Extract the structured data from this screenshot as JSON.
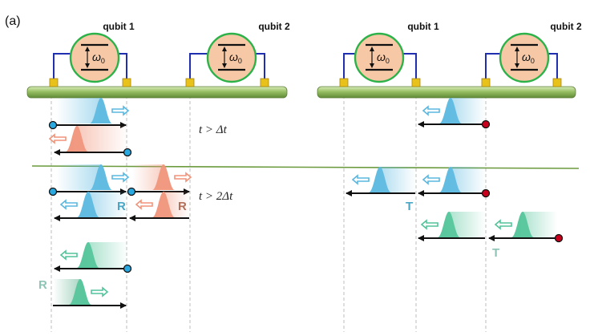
{
  "panel_label": "(a)",
  "left": {
    "qubit1_label": "qubit  1",
    "qubit2_label": "qubit  2"
  },
  "right": {
    "qubit1_label": "qubit  1",
    "qubit2_label": "qubit  2"
  },
  "omega_label": "ω",
  "omega_sub": "0",
  "time_label_1": "t > Δt",
  "time_label_2": "t > 2Δt",
  "reflect_letter": "R",
  "transmit_letter": "T",
  "colors": {
    "line": "#7fa850",
    "circle_stroke": "#2db24a",
    "circle_fill": "#f6c8a6",
    "wire": "#1f2fb0",
    "pad": "#e8c21a",
    "blue_dot": "#2aa8e0",
    "red_dot": "#c8001e",
    "blue_pulse": "#5ab8e0",
    "red_pulse": "#f0947a",
    "green_pulse": "#52c49a",
    "divider": "#6a9a3c",
    "letter_blue": "#4aa6c4",
    "letter_brown": "#b0705a",
    "letter_green": "#8ec4b6"
  }
}
